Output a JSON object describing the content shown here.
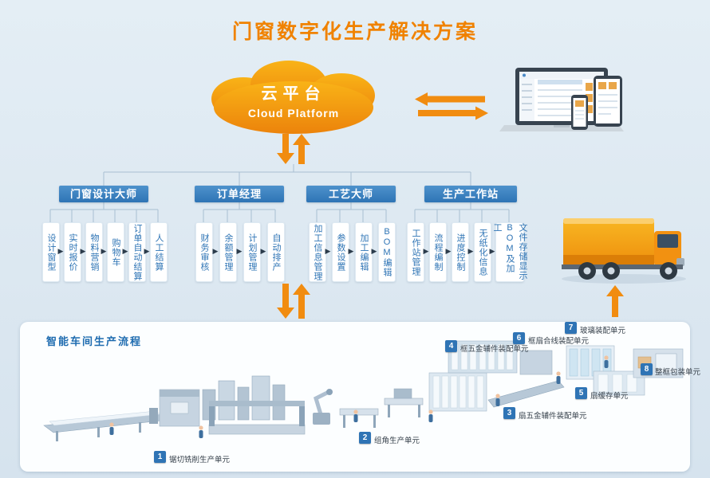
{
  "title": "门窗数字化生产解决方案",
  "cloud": {
    "title": "云平台",
    "subtitle": "Cloud Platform"
  },
  "branches": [
    {
      "label": "门窗设计大师",
      "items": [
        "设计窗型",
        "实时报价",
        "物料营销",
        "购物车",
        "订单自动结算",
        "人工结算"
      ]
    },
    {
      "label": "订单经理",
      "items": [
        "财务审核",
        "余额管理",
        "计划管理",
        "自动排产"
      ]
    },
    {
      "label": "工艺大师",
      "items": [
        "加工信息管理",
        "参数设置",
        "加工编辑",
        "BOM编辑"
      ]
    },
    {
      "label": "生产工作站",
      "items": [
        "工作站管理",
        "流程编制",
        "进度控制",
        "无纸化信息",
        "文件存储显示BOM及加工"
      ]
    }
  ],
  "workshop": {
    "label": "智能车间生产流程",
    "units": [
      {
        "num": "1",
        "label": "锯切铣削生产单元"
      },
      {
        "num": "2",
        "label": "组角生产单元"
      },
      {
        "num": "3",
        "label": "扇五金辅件装配单元"
      },
      {
        "num": "4",
        "label": "框五金辅件装配单元"
      },
      {
        "num": "5",
        "label": "扇缓存单元"
      },
      {
        "num": "6",
        "label": "框扇合线装配单元"
      },
      {
        "num": "7",
        "label": "玻璃装配单元"
      },
      {
        "num": "8",
        "label": "整框包装单元"
      }
    ]
  },
  "icons": {
    "step_arrow": "▶"
  },
  "colors": {
    "accent_orange": "#F08200",
    "brand_blue": "#2E74B5",
    "background": "#DCE7F0",
    "panel": "#FCFEFF"
  }
}
